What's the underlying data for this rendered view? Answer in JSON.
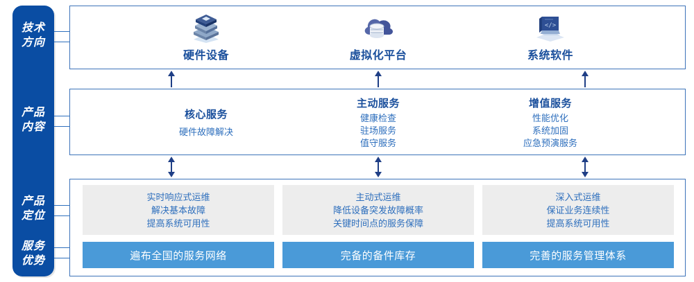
{
  "theme": {
    "rail_blue": "#0A4DA3",
    "panel_border": "#3C73B9",
    "heading_blue": "#1A4F9C",
    "text_blue": "#2E6FBD",
    "card_grey": "#EDEDED",
    "bar_blue": "#4A9AD8"
  },
  "rail": {
    "labels": [
      {
        "name": "tech-direction",
        "line1": "技术",
        "line2": "方向"
      },
      {
        "name": "product-content",
        "line1": "产品",
        "line2": "内容"
      },
      {
        "name": "product-position",
        "line1": "产品",
        "line2": "定位"
      },
      {
        "name": "service-advantage",
        "line1": "服务",
        "line2": "优势"
      }
    ]
  },
  "tech_row": {
    "columns": [
      {
        "icon": "server-stack-icon",
        "title": "硬件设备"
      },
      {
        "icon": "cloud-database-icon",
        "title": "虚拟化平台"
      },
      {
        "icon": "laptop-code-icon",
        "title": "系统软件"
      }
    ]
  },
  "product_row": {
    "columns": [
      {
        "heading": "核心服务",
        "items": [
          "硬件故障解决"
        ]
      },
      {
        "heading": "主动服务",
        "items": [
          "健康检查",
          "驻场服务",
          "值守服务"
        ]
      },
      {
        "heading": "增值服务",
        "items": [
          "性能优化",
          "系统加固",
          "应急预演服务"
        ]
      }
    ]
  },
  "position_row": {
    "cards": [
      {
        "lines": [
          "实时响应式运维",
          "解决基本故障",
          "提高系统可用性"
        ]
      },
      {
        "lines": [
          "主动式运维",
          "降低设备突发故障概率",
          "关键时间点的服务保障"
        ]
      },
      {
        "lines": [
          "深入式运维",
          "保证业务连续性",
          "提高系统可用性"
        ]
      }
    ]
  },
  "advantage_row": {
    "bars": [
      "遍布全国的服务网络",
      "完备的备件库存",
      "完善的服务管理体系"
    ]
  }
}
